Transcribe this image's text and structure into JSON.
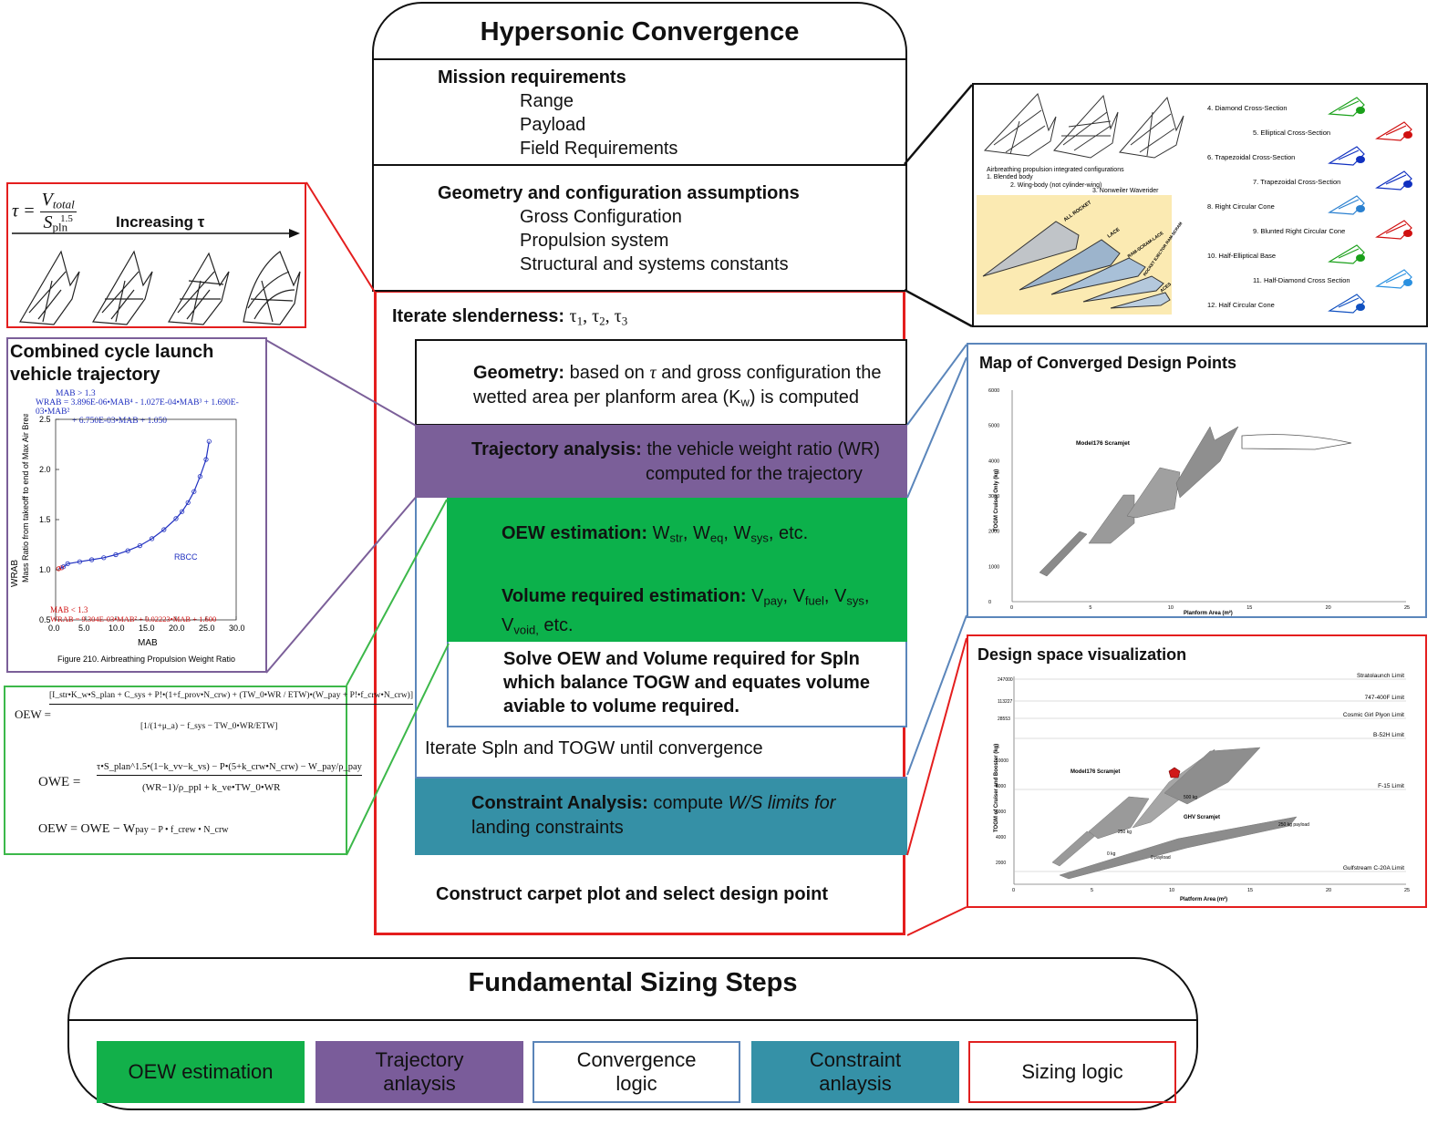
{
  "title": "Hypersonic Convergence",
  "mission": {
    "heading": "Mission requirements",
    "items": [
      "Range",
      "Payload",
      "Field Requirements"
    ]
  },
  "geometry_assumptions": {
    "heading": "Geometry and configuration assumptions",
    "items": [
      "Gross Configuration",
      "Propulsion system",
      "Structural and systems constants"
    ]
  },
  "iterate_slenderness": {
    "label": "Iterate slenderness:",
    "value": "τ1, τ2, τ3"
  },
  "geometry_step": {
    "heading": "Geometry:",
    "text1": "based on",
    "tau": "τ",
    "text2": "and gross configuration the",
    "text3": "wetted area per planform area (K",
    "text3_sub": "w",
    "text3_end": ") is computed"
  },
  "trajectory_step": {
    "heading": "Trajectory analysis:",
    "text1": "the vehicle weight ratio (WR)",
    "text2": "computed for the trajectory"
  },
  "oew_step": {
    "heading": "OEW estimation:",
    "text": "Wstr, Weq, Wsys, etc."
  },
  "volume_step": {
    "heading": "Volume required estimation:",
    "text": "Vpay, Vfuel, Vsys, Vvoid, etc."
  },
  "solve_step": {
    "lines": [
      "Solve OEW and Volume required for Spln",
      "which balance TOGW and equates volume",
      "aviable to volume required."
    ]
  },
  "iterate_spln": "Iterate Spln and TOGW until convergence",
  "constraint_step": {
    "heading": "Constraint Analysis:",
    "text1": "compute",
    "text1_italic": "W/S limits for",
    "text2": "landing constraints"
  },
  "carpet": "Construct carpet plot and select design point",
  "slenderness_panel": {
    "tau_eq_lhs": "τ =",
    "numerator": "V",
    "numerator_sub": "total",
    "denominator": "S",
    "denominator_sub": "pln",
    "denominator_sup": "1.5",
    "arrow_label": "Increasing τ"
  },
  "trajectory_panel": {
    "heading": [
      "Combined cycle launch",
      "vehicle trajectory"
    ],
    "eq_blue": [
      "MAB > 1.3",
      "WRAB = 3.896E-06•MAB⁴ - 1.027E-04•MAB³ + 1.690E-03•MAB²",
      "+ 6.750E-03•MAB + 1.050"
    ],
    "eq_red": [
      "MAB < 1.3",
      "WRAB = 9.304E-03•MAB² + 0.02223•MAB + 1.600"
    ],
    "ylabel": "Mass Ratio from takeoff to end of Max Air Breathing Speed",
    "ylabel2": "WRAB",
    "xlabel": "MAB",
    "series_label": "RBCC",
    "caption": "Figure 210.  Airbreathing Propulsion Weight Ratio",
    "xticks": [
      "0.0",
      "5.0",
      "10.0",
      "15.0",
      "20.0",
      "25.0",
      "30.0"
    ],
    "yticks": [
      "0.5",
      "1.0",
      "1.5",
      "2.0",
      "2.5"
    ]
  },
  "chart_data": [
    {
      "type": "line",
      "title": "",
      "xlabel": "MAB",
      "ylabel": "WRAB",
      "xlim": [
        0,
        30
      ],
      "ylim": [
        0.5,
        2.5
      ],
      "series": [
        {
          "name": "RBCC",
          "x": [
            0.5,
            1,
            1.3,
            2,
            4,
            6,
            8,
            10,
            12,
            14,
            16,
            18,
            20,
            21,
            22,
            23,
            24,
            25,
            25.5
          ],
          "y": [
            1.01,
            1.02,
            1.03,
            1.06,
            1.08,
            1.1,
            1.12,
            1.15,
            1.19,
            1.24,
            1.31,
            1.4,
            1.51,
            1.58,
            1.67,
            1.78,
            1.93,
            2.1,
            2.28
          ]
        }
      ]
    }
  ],
  "equations_panel": {
    "oew_line1": "OEW =",
    "owe": "OWE =",
    "oew_last": "OEW = OWE − W",
    "f1_num": "[I_str•K_w•S_plan + C_sys + P!•(1+f_prov•N_crw) + (TW_0•WR / ETW)•(W_pay + P!•f_crw•N_crw)]",
    "f1_den": "[1/(1+μ_a) − f_sys − TW_0•WR/ETW]",
    "f2_num": "τ•S_plan^1.5•(1−k_vv−k_vs) − P•(5+k_crw•N_crw) − W_pay/ρ_pay",
    "f2_den": "(WR−1)/ρ_ppl + k_ve•TW_0•WR",
    "f3_tail": "pay − P • f_crew • N_crw"
  },
  "configs_panel": {
    "caption1": "Airbreathing propulsion integrated configurations",
    "num_labels": [
      "1.  Blended body",
      "2.  Wing-body (not cylinder-wing)",
      "3.  Nonweiler Waverider"
    ],
    "rocket_labels": [
      "ALL ROCKET",
      "LACE",
      "RAM-SCRAM-LACE",
      "ROCKET EJECTOR RAM-SCRAM",
      "ACES"
    ],
    "list": [
      "4.  Diamond Cross-Section",
      "5.  Elliptical Cross-Section",
      "6.  Trapezoidal Cross-Section",
      "7.  Trapezoidal Cross-Section",
      "8.  Right Circular Cone",
      "9.  Blunted Right Circular Cone",
      "10.  Half-Elliptical Base",
      "11.  Half-Diamond Cross Section",
      "12.  Half Circular Cone"
    ],
    "colors": [
      "#1aa01a",
      "#d01010",
      "#1030c0",
      "#1030c0",
      "#2a80d0",
      "#d01010",
      "#1aa01a",
      "#2a90e0",
      "#1050c0"
    ]
  },
  "map_panel": {
    "title": "Map of Converged Design Points",
    "label": "Model176 Scramjet",
    "ylabel": "TOGM Cruiser Only (kg)",
    "xlabel": "Planform Area (m²)",
    "yticks": [
      "0",
      "1000",
      "2000",
      "3000",
      "4000",
      "5000",
      "6000"
    ],
    "xticks": [
      "0",
      "5",
      "10",
      "15",
      "20",
      "25"
    ]
  },
  "design_panel": {
    "title": "Design space visualization",
    "limits": [
      "Stratolaunch Limit",
      "747-400F Limit",
      "Cosmic Girl Plyon Limit",
      "B-52H Limit",
      "F-15 Limit",
      "Gulfstream C-20A Limit"
    ],
    "limit_vals": [
      "247000",
      "113227",
      "28553",
      "",
      "",
      ""
    ],
    "labels": [
      "Model176 Scramjet",
      "GHV Scramjet"
    ],
    "payloads": [
      "500 kg",
      "250 kg",
      "0 kg",
      "250 kg payload",
      "0 payload"
    ],
    "ylabel": "TOGM of Cruiser and Booster (kg)",
    "xlabel": "Platform Area (m²)",
    "yticks": [
      "2000",
      "4000",
      "6000",
      "8000",
      "10000"
    ],
    "xticks": [
      "0",
      "5",
      "10",
      "15",
      "20",
      "25"
    ],
    "marker_color": "#d01818"
  },
  "legend": {
    "title": "Fundamental Sizing Steps",
    "items": [
      "OEW estimation",
      "Trajectory\nanlaysis",
      "Convergence\nlogic",
      "Constraint\nanlaysis",
      "Sizing logic"
    ],
    "colors": {
      "green": "#12b04a",
      "purple": "#7a5c9a",
      "blue_border": "#5a84b8",
      "teal": "#3591a7",
      "red": "#e02020"
    }
  },
  "colors": {
    "green": "#0cb14b",
    "purple": "#7b5f99",
    "teal": "#3590a6",
    "red": "#e41e1e",
    "blue": "#5b86bb",
    "lime": "#3cb84a"
  }
}
